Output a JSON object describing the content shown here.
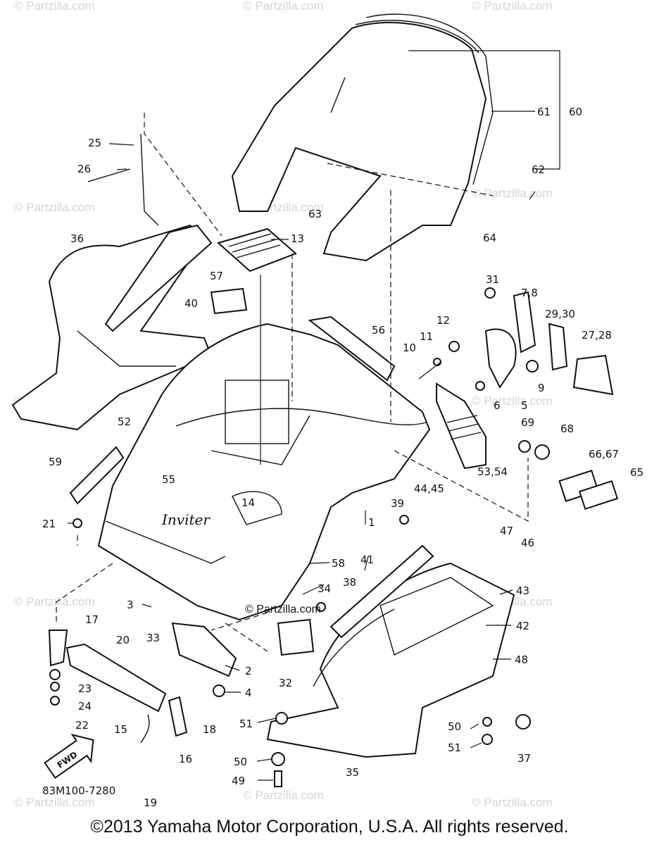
{
  "diagram": {
    "watermark": "© Partzilla.com",
    "center_watermark": "© Partzilla.com",
    "drawing_code": "83M100-7280",
    "logo_script": "Inviter",
    "fwd_label": "FWD",
    "callouts": [
      "1",
      "2",
      "3",
      "4",
      "5",
      "6",
      "7,8",
      "9",
      "10",
      "11",
      "12",
      "13",
      "14",
      "15",
      "16",
      "17",
      "18",
      "19",
      "20",
      "21",
      "22",
      "23",
      "24",
      "25",
      "26",
      "27,28",
      "29,30",
      "31",
      "32",
      "33",
      "34",
      "35",
      "36",
      "37",
      "38",
      "39",
      "40",
      "41",
      "42",
      "43",
      "44,45",
      "46",
      "47",
      "48",
      "49",
      "50",
      "50",
      "51",
      "51",
      "52",
      "53,54",
      "55",
      "56",
      "57",
      "58",
      "59",
      "60",
      "61",
      "62",
      "63",
      "64",
      "65",
      "66,67",
      "68",
      "69"
    ]
  },
  "footer": {
    "copyright": "©2013 Yamaha Motor Corporation, U.S.A. All rights reserved."
  }
}
